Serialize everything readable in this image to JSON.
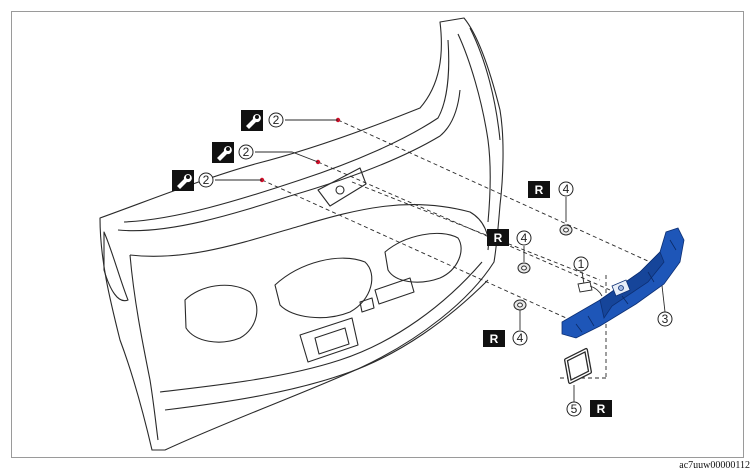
{
  "callouts": {
    "bolt": "2",
    "connector": "1",
    "opener": "3",
    "nut": "4",
    "seal": "5"
  },
  "replace_badge": "R",
  "image_code": "ac7uuw00000112",
  "colors": {
    "part_fill": "#1e56b8",
    "part_dark": "#0d2f73",
    "line": "#2a2a2a",
    "marker": "#d0102a"
  },
  "icons": {
    "torque": "wrench-icon",
    "replace": "replace-badge-icon"
  }
}
